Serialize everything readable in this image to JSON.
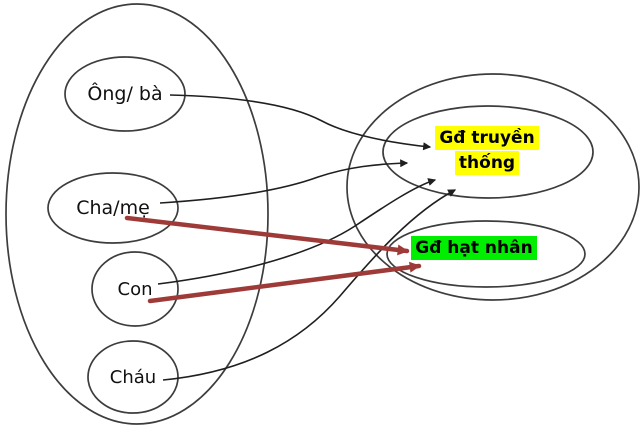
{
  "diagram": {
    "title": "",
    "left_group": {
      "name": "family-members-set",
      "items": [
        {
          "id": "ong-ba",
          "label": "Ông/ bà"
        },
        {
          "id": "cha-me",
          "label": "Cha/mẹ"
        },
        {
          "id": "con",
          "label": "Con"
        },
        {
          "id": "chau",
          "label": "Cháu"
        }
      ]
    },
    "right_group": {
      "name": "family-types-set",
      "items": [
        {
          "id": "gd-truyen-thong",
          "label": "Gđ truyền thống",
          "label_line1": "Gđ truyền",
          "label_line2": "thống",
          "highlight_color": "#ffff00"
        },
        {
          "id": "gd-hat-nhan",
          "label": "Gđ hạt nhân",
          "highlight_color": "#00ee00"
        }
      ]
    },
    "connections": [
      {
        "from": "Ông/ bà",
        "to": "Gđ truyền thống",
        "style": "thin-black-curve"
      },
      {
        "from": "Cha/mẹ",
        "to": "Gđ truyền thống",
        "style": "thin-black-curve"
      },
      {
        "from": "Con",
        "to": "Gđ truyền thống",
        "style": "thin-black-curve"
      },
      {
        "from": "Cháu",
        "to": "Gđ truyền thống",
        "style": "thin-black-curve"
      },
      {
        "from": "Cha/mẹ",
        "to": "Gđ hạt nhân",
        "style": "thick-red-straight"
      },
      {
        "from": "Con",
        "to": "Gđ hạt nhân",
        "style": "thick-red-straight"
      }
    ],
    "colors": {
      "background": "#ffffff",
      "ellipse_stroke": "#3d3d3d",
      "black_arrow": "#1f1f1f",
      "red_arrow": "#9e3b38",
      "yellow_highlight": "#ffff00",
      "green_highlight": "#00ee00",
      "text": "#111111"
    }
  }
}
